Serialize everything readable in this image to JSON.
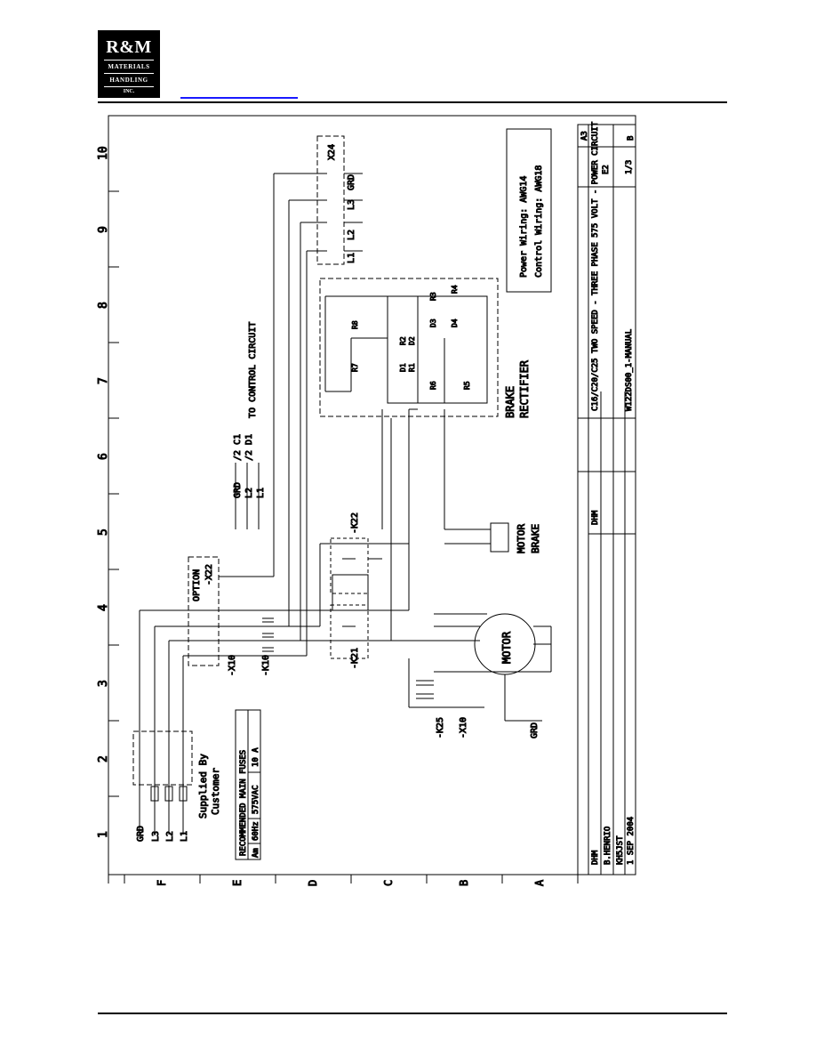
{
  "header": {
    "logo_brand": "R&M",
    "logo_line1": "MATERIALS",
    "logo_line2": "HANDLING",
    "logo_line3": "INC."
  },
  "grid": {
    "columns": [
      "1",
      "2",
      "3",
      "4",
      "5",
      "6",
      "7",
      "8",
      "9",
      "10"
    ],
    "rows": [
      "F",
      "E",
      "D",
      "C",
      "B",
      "A"
    ]
  },
  "legend": {
    "power": "Power Wiring: AWG14",
    "control": "Control Wiring: AWG18"
  },
  "fuses": {
    "title": "RECOMMENDED MAIN FUSES",
    "c1": "Am",
    "c2": "60Hz",
    "c3": "575VAC",
    "c4": "10 A"
  },
  "labels": {
    "grd": "GRD",
    "l1": "L1",
    "l2": "L2",
    "l3": "L3",
    "supplied1": "Supplied By",
    "supplied2": "Customer",
    "option": "OPTION",
    "x22": "-X22",
    "x10": "-X10",
    "k10": "-K10",
    "k21": "-K21",
    "k22": "-K22",
    "k25": "-K25",
    "x10b": "-X10",
    "x24": "X24",
    "to_control": "TO CONTROL CIRCUIT",
    "c1": "/2 C1",
    "d1": "/2 D1",
    "motor": "MOTOR",
    "motor_brake1": "MOTOR",
    "motor_brake2": "BRAKE",
    "brake1": "BRAKE",
    "brake2": "RECTIFIER",
    "r1": "R1",
    "r2": "R2",
    "r3": "R3",
    "r4": "R4",
    "r5": "R5",
    "r6": "R6",
    "r7": "R7",
    "r8": "R8",
    "d1d": "D1",
    "d2d": "D2",
    "d3d": "D3",
    "d4d": "D4"
  },
  "title_block": {
    "size": "A3",
    "sheet_label": "E2",
    "sheet": "1/3",
    "rev": "B",
    "title": "C16/C20/C25 TWO SPEED - THREE PHASE 575 VOLT - POWER CIRCUIT",
    "drawing_no": "W122DS00_1-MANUAL",
    "drawn": "DHM",
    "approved": "DHM",
    "checked": "B.HENRIO",
    "project": "KH5JST",
    "date": "1 SEP 2004"
  }
}
